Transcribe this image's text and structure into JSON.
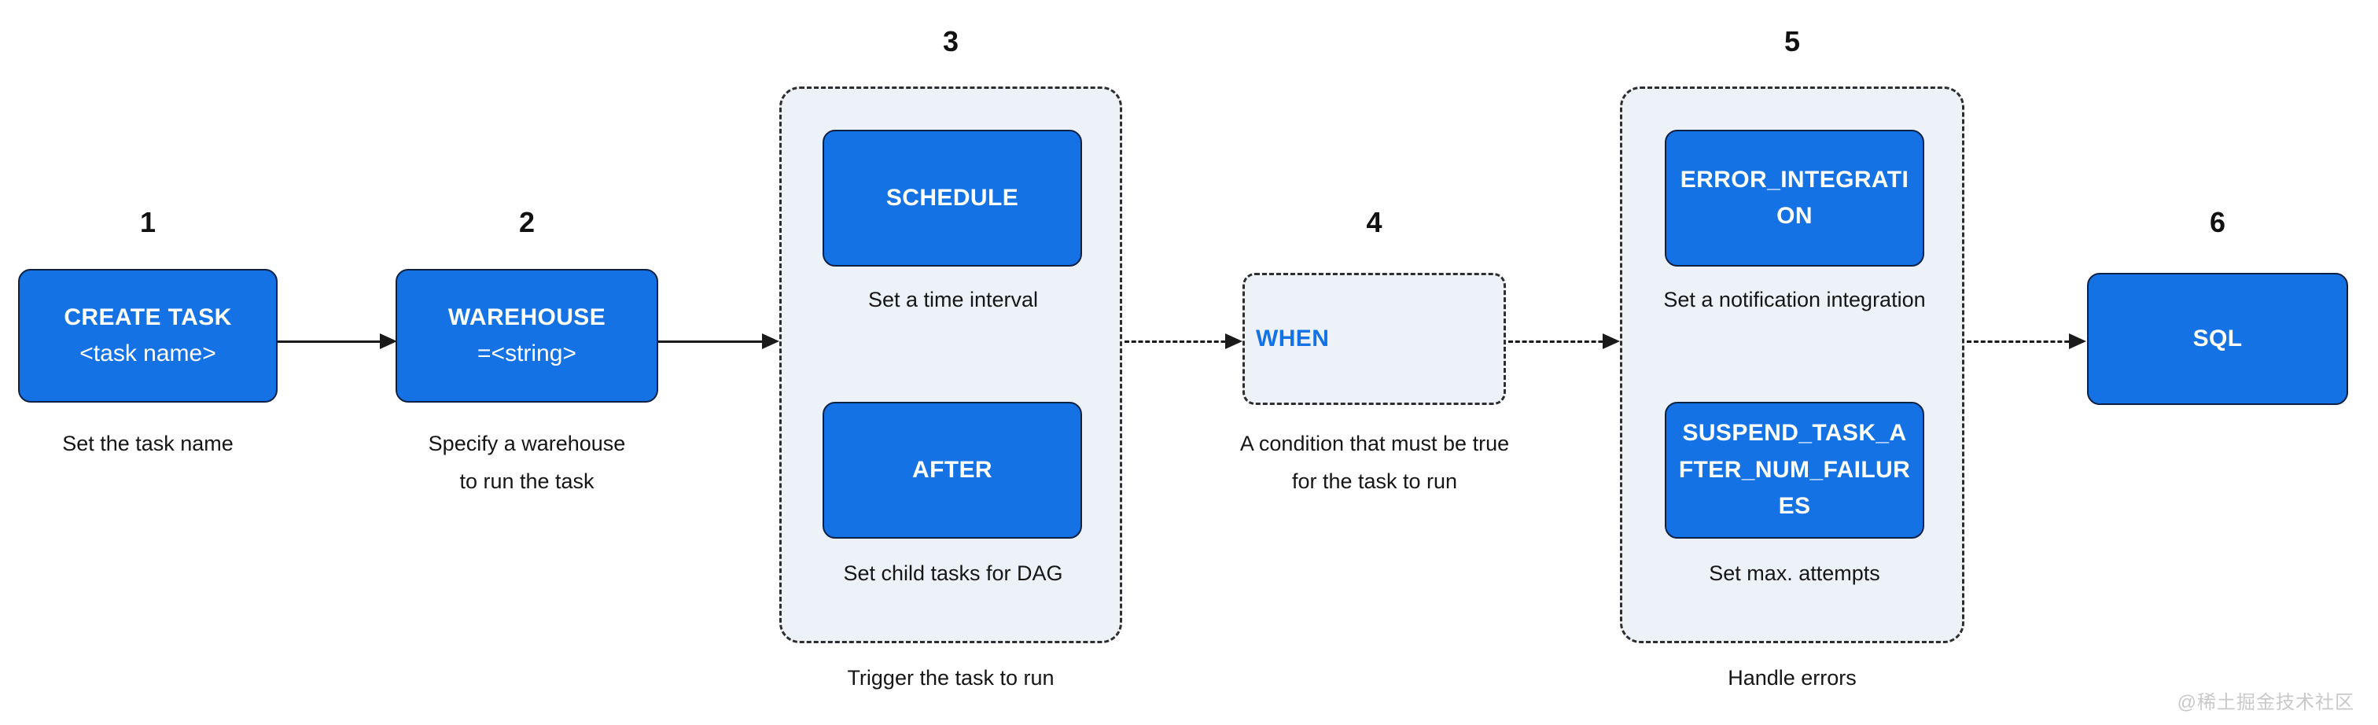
{
  "steps": [
    {
      "number": "1",
      "title": "CREATE TASK",
      "subtitle": "<task name>",
      "caption_lines": [
        "Set the task name"
      ]
    },
    {
      "number": "2",
      "title": "WAREHOUSE",
      "subtitle": "=<string>",
      "caption_lines": [
        "Specify a warehouse",
        "to run the task"
      ]
    },
    {
      "number": "3",
      "group_caption": "Trigger the task to run",
      "boxes": [
        {
          "label": "SCHEDULE",
          "caption": "Set a time interval"
        },
        {
          "label": "AFTER",
          "caption": "Set child tasks for DAG"
        }
      ]
    },
    {
      "number": "4",
      "title": "WHEN",
      "caption_lines": [
        "A condition that must be true",
        "for the task to run"
      ]
    },
    {
      "number": "5",
      "group_caption": "Handle errors",
      "boxes": [
        {
          "label": "ERROR_INTEGRATION",
          "caption": "Set a notification integration"
        },
        {
          "label": "SUSPEND_TASK_AFTER_NUM_FAILURES",
          "caption": "Set max. attempts"
        }
      ]
    },
    {
      "number": "6",
      "title": "SQL"
    }
  ],
  "watermark": "@稀土掘金技术社区",
  "colors": {
    "primary": "#1472e4",
    "primary_border": "#0c2146",
    "panel_bg": "#edf1f8",
    "line": "#1a1a1a",
    "text": "#161616",
    "when_text": "#1472e4",
    "watermark": "#c9c9c9"
  }
}
